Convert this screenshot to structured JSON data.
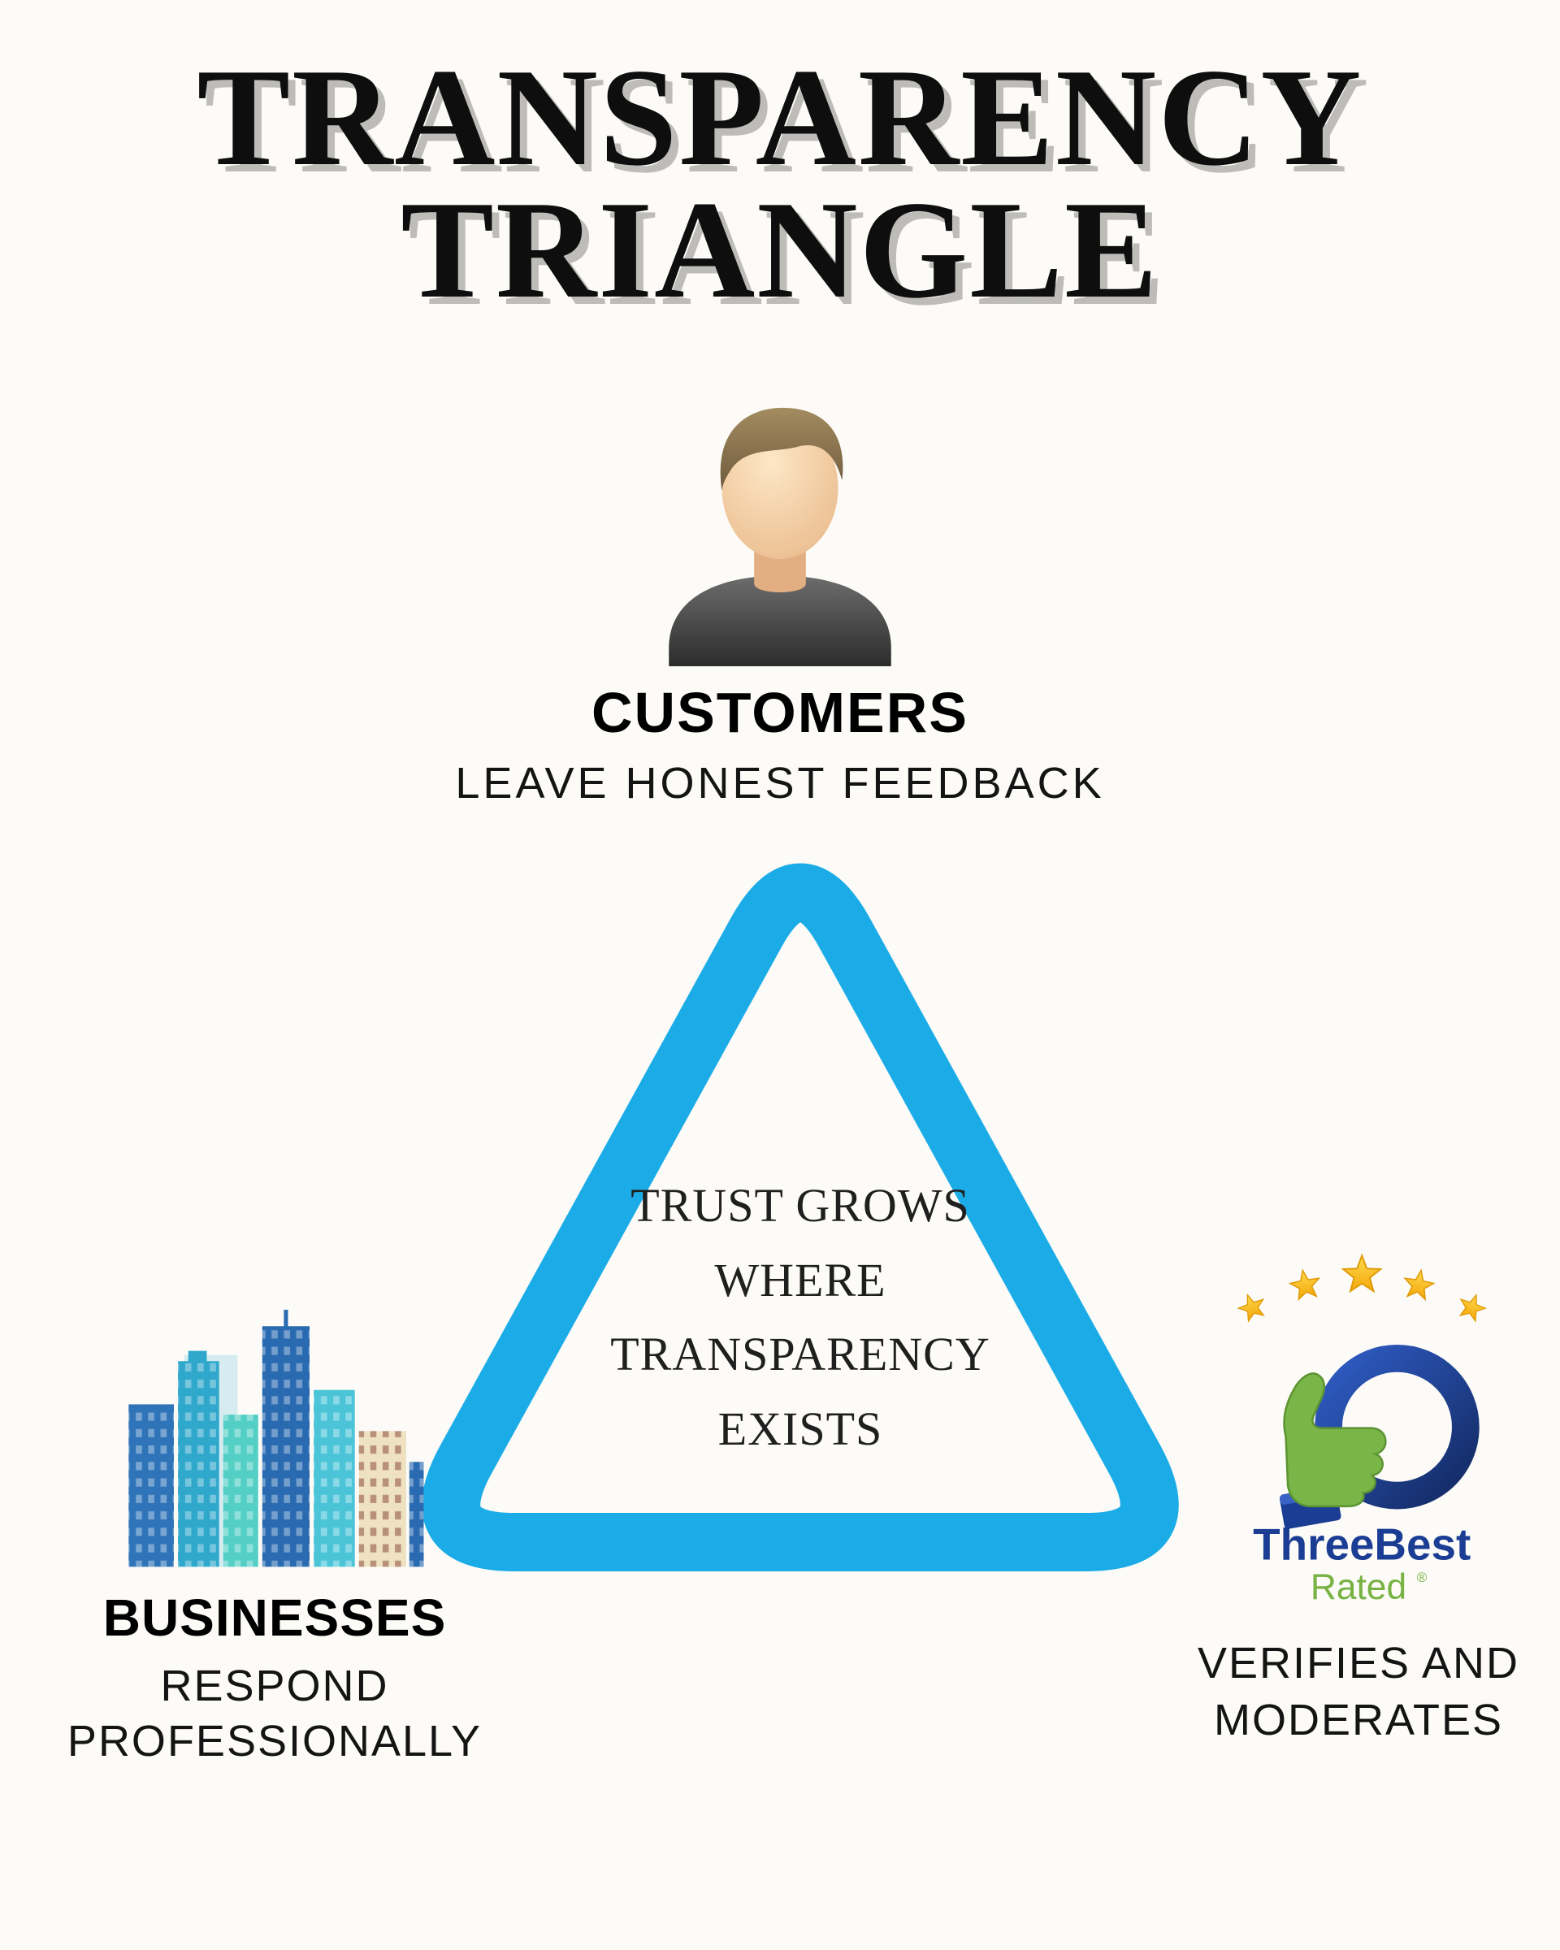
{
  "title": {
    "line1": "TRANSPARENCY",
    "line2": "TRIANGLE"
  },
  "customers": {
    "label": "CUSTOMERS",
    "sublabel": "LEAVE HONEST FEEDBACK"
  },
  "center_message": {
    "lines": [
      "TRUST GROWS",
      "WHERE",
      "TRANSPARENCY",
      "EXISTS"
    ]
  },
  "businesses": {
    "label": "BUSINESSES",
    "sublabel_lines": [
      "RESPOND",
      "PROFESSIONALLY"
    ]
  },
  "three_best_rated": {
    "brand_top": "ThreeBest",
    "brand_bottom": "Rated",
    "registered_mark": "®",
    "sublabel_lines": [
      "VERIFIES AND",
      "MODERATES"
    ]
  },
  "icons": {
    "customers": "person-avatar-icon",
    "businesses": "city-buildings-icon",
    "moderator": "three-best-rated-logo"
  },
  "colors": {
    "background": "#FCFBF7",
    "triangle_stroke": "#1BACE8",
    "title_text": "#0E0E0E",
    "star_gold": "#FFC20E",
    "thumb_green": "#79B647",
    "brand_navy": "#1B3E94",
    "brand_green": "#77B243",
    "shirt_gray": "#3E3E3E",
    "skin_tone": "#F3CDA0"
  }
}
